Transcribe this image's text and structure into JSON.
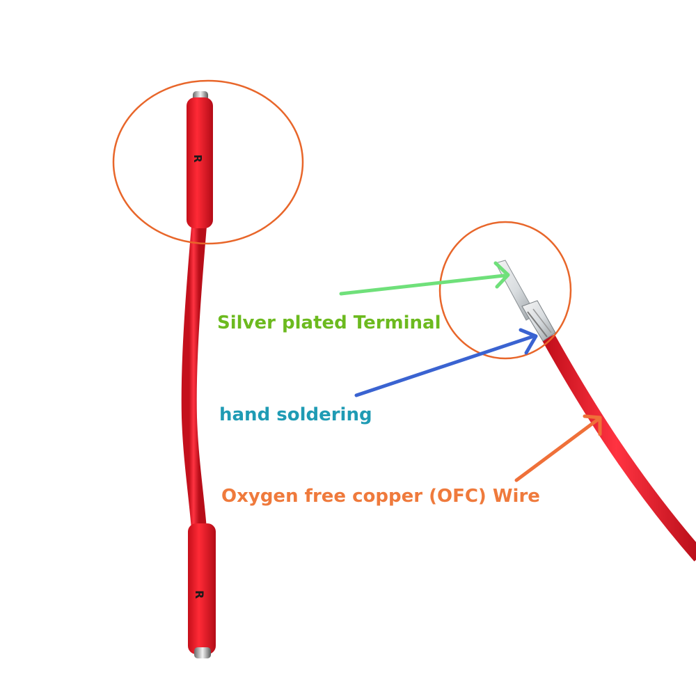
{
  "annotations": {
    "silver_terminal": "Silver plated Terminal",
    "hand_soldering": "hand soldering",
    "ofc_wire": "Oxygen free copper (OFC) Wire"
  },
  "colors": {
    "background": "#ffffff",
    "wire": "#ec1e2c",
    "sleeve": "#e8131f",
    "circle": "#e8662a",
    "arrow_silver": "#6fe07a",
    "arrow_solder": "#3a63d1",
    "arrow_ofc": "#ef7039",
    "text_silver": "#6cba1f",
    "text_solder": "#1f9bb4",
    "text_ofc": "#ef7a3c"
  },
  "icons": {
    "sleeve_marking": "R"
  }
}
